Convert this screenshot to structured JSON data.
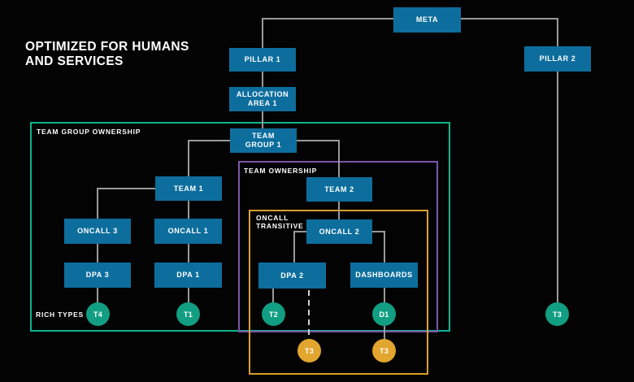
{
  "title": {
    "text": "OPTIMIZED FOR HUMANS\nAND SERVICES"
  },
  "regions": {
    "team_group": {
      "label": "TEAM GROUP OWNERSHIP",
      "border_color": "#0db48e"
    },
    "team": {
      "label": "TEAM OWNERSHIP",
      "border_color": "#7d55a8"
    },
    "oncall_transitive": {
      "label": "ONCALL\nTRANSITIVE",
      "border_color": "#d9a02c"
    }
  },
  "nodes": {
    "meta": {
      "label": "META"
    },
    "pillar1": {
      "label": "PILLAR 1"
    },
    "pillar2": {
      "label": "PILLAR 2"
    },
    "allocation_area1": {
      "label": "ALLOCATION\nAREA 1"
    },
    "team_group1": {
      "label": "TEAM\nGROUP 1"
    },
    "team1": {
      "label": "TEAM 1"
    },
    "team2": {
      "label": "TEAM 2"
    },
    "oncall3": {
      "label": "ONCALL 3"
    },
    "oncall1": {
      "label": "ONCALL 1"
    },
    "oncall2": {
      "label": "ONCALL 2"
    },
    "dpa3": {
      "label": "DPA 3"
    },
    "dpa1": {
      "label": "DPA 1"
    },
    "dpa2": {
      "label": "DPA 2"
    },
    "dashboards": {
      "label": "DASHBOARDS"
    }
  },
  "circles": {
    "t4": {
      "label": "T4",
      "type": "teal"
    },
    "t1": {
      "label": "T1",
      "type": "teal"
    },
    "t2": {
      "label": "T2",
      "type": "teal"
    },
    "d1": {
      "label": "D1",
      "type": "teal"
    },
    "t3_right": {
      "label": "T3",
      "type": "teal"
    },
    "t3_under_dpa2": {
      "label": "T3",
      "type": "orange"
    },
    "t3_under_d1": {
      "label": "T3",
      "type": "orange"
    }
  },
  "annotations": {
    "rich_types": "RICH TYPES"
  },
  "colors": {
    "background": "#030303",
    "node_fill": "#0d6e9d",
    "teal_circle": "#129e82",
    "orange_circle": "#e2a52e",
    "team_group_border": "#0db48e",
    "team_ownership_border": "#7d55a8",
    "oncall_transitive_border": "#d9a02c",
    "connector": "#999999",
    "text": "#ffffff"
  }
}
